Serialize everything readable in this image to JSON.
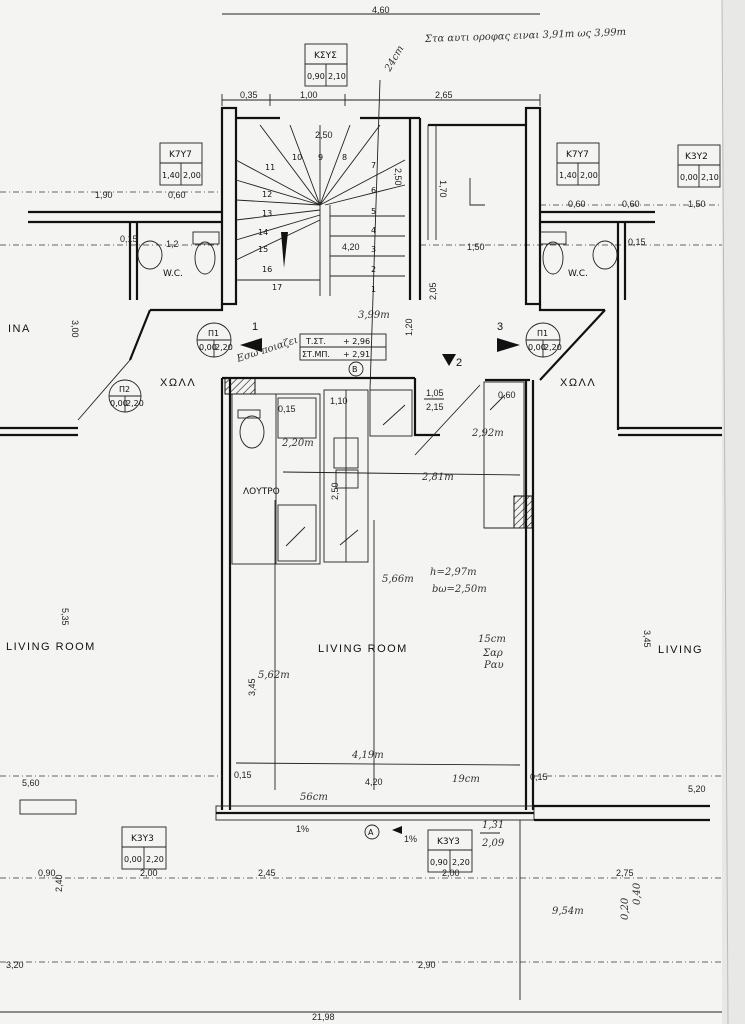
{
  "header_note": "Στα αυτι οροφας ειναι 3,91m ως 3,99m",
  "top_dims": {
    "overall": "4,60",
    "left": "0,35",
    "mid": "1,00",
    "right": "2,65"
  },
  "stair": {
    "top_width": "2,50",
    "steps": [
      "1",
      "2",
      "3",
      "4",
      "5",
      "6",
      "7",
      "8",
      "9",
      "10",
      "11",
      "12",
      "13",
      "14",
      "15",
      "16",
      "17"
    ],
    "dim_a": "4,20",
    "dim_b": "2,50",
    "dim_c": "1,70",
    "hand_a": "3,99m",
    "hand_b": "24cm"
  },
  "windows": {
    "top_center": {
      "name": "ΚΣΥΣ",
      "w": "0,90",
      "h": "2,10"
    },
    "top_left": {
      "name": "Κ7Υ7",
      "w": "1,40",
      "h": "2,00"
    },
    "top_right": {
      "name": "Κ7Υ7",
      "w": "1,40",
      "h": "2,00"
    },
    "far_right": {
      "name": "Κ3Υ2",
      "w": "0,00",
      "h": "2,10"
    },
    "bottom_left": {
      "name": "Κ3Υ3",
      "w": "0,00",
      "h": "2,20"
    },
    "bottom_right": {
      "name": "Κ3Υ3",
      "w": "0,90",
      "h": "2,20"
    }
  },
  "doors": {
    "p1_left": {
      "name": "Π1",
      "w": "0,00",
      "h": "2,20"
    },
    "p1_right": {
      "name": "Π1",
      "w": "0,00",
      "h": "2,20"
    },
    "p2": {
      "name": "Π2",
      "w": "0,00",
      "h": "2,20"
    }
  },
  "markers": {
    "one": "1",
    "two": "2",
    "three": "3",
    "b": "B",
    "a": "A"
  },
  "level_box": {
    "row1_label": "Τ.ΣΤ.",
    "row1_value": "+ 2,96",
    "row2_label": "ΣΤ.ΜΠ.",
    "row2_value": "+ 2,91"
  },
  "rooms": {
    "wc_left": "W.C.",
    "wc_right": "W.C.",
    "hall_left": "ΧΩΛΛ",
    "hall_right": "ΧΩΛΛ",
    "bath": "ΛΟΥΤΡΟ",
    "living_center": "LIVING ROOM",
    "living_left": "LIVING ROOM",
    "living_right": "LIVING",
    "left_edge": "ΙΝΑ"
  },
  "dims": {
    "d190": "1,90",
    "d060": "0,60",
    "d12": "1,2",
    "d015a": "0,15",
    "d300": "3,00",
    "d535": "5,35",
    "d560": "5,60",
    "d090": "0,90",
    "d200a": "2,00",
    "d245": "2,45",
    "d200b": "2,00",
    "d275": "2,75",
    "d240": "2,40",
    "d290": "2,90",
    "d320": "3,20",
    "d2198": "21,98",
    "d520": "5,20",
    "d150a": "1,50",
    "d150b": "1,50",
    "d060b": "0,60",
    "d060c": "0,60",
    "d205": "2,05",
    "d105": "1,05",
    "d215": "2,15",
    "d345": "3,45",
    "d420b": "4,20",
    "d015b": "0,15",
    "d015c": "0,15",
    "d060d": "0,60",
    "d120": "1,20",
    "d110": "1,10",
    "d345r": "3,45",
    "pct_left": "1%",
    "pct_right": "1%",
    "d250": "2,50",
    "d0_20": "0,20",
    "d0_40": "0,40"
  },
  "hand_notes": {
    "n1": "2,20m",
    "n2": "2,81m",
    "n3": "2,92m",
    "n4": "5,66m",
    "n5": "h=2,97m",
    "n6": "bω=2,50m",
    "n7": "15cm",
    "n8": "Σαρ",
    "n9": "Ραυ",
    "n10": "5,62m",
    "n11": "4,19m",
    "n12": "19cm",
    "n13": "56cm",
    "n14": "1,31",
    "n15": "2,09",
    "n16": "9,54m",
    "n17": "Εσω ποιαζει"
  }
}
